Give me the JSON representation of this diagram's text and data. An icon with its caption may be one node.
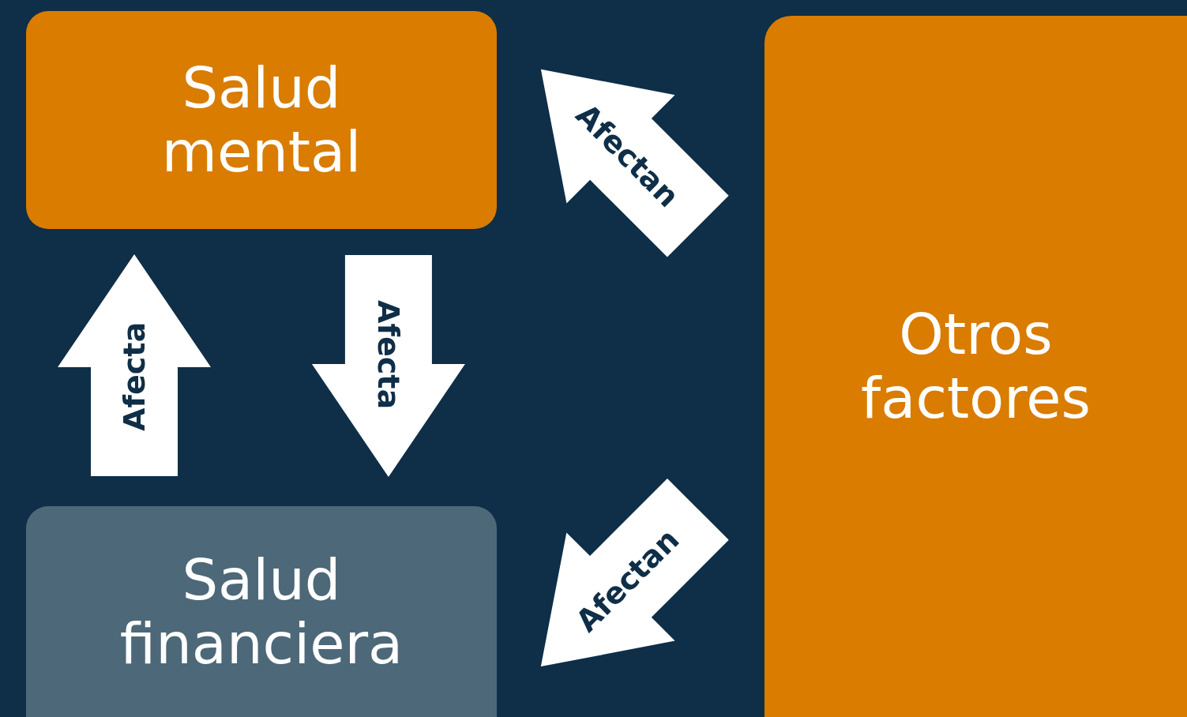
{
  "diagram": {
    "nodes": [
      {
        "text": [
          "Salud mental"
        ]
      },
      {
        "text": [
          "Salud financiera"
        ]
      },
      {
        "text": [
          "Otros factores"
        ]
      }
    ],
    "edges": [
      {
        "from": 1,
        "to": 0,
        "arrow": "to",
        "label": "Afecta"
      },
      {
        "from": 0,
        "to": 1,
        "arrow": "to",
        "label": "Afecta"
      },
      {
        "from": 2,
        "to": 0,
        "arrow": "to",
        "label": "Afectan"
      },
      {
        "from": 2,
        "to": 1,
        "arrow": "to",
        "label": "Afectan"
      }
    ]
  }
}
